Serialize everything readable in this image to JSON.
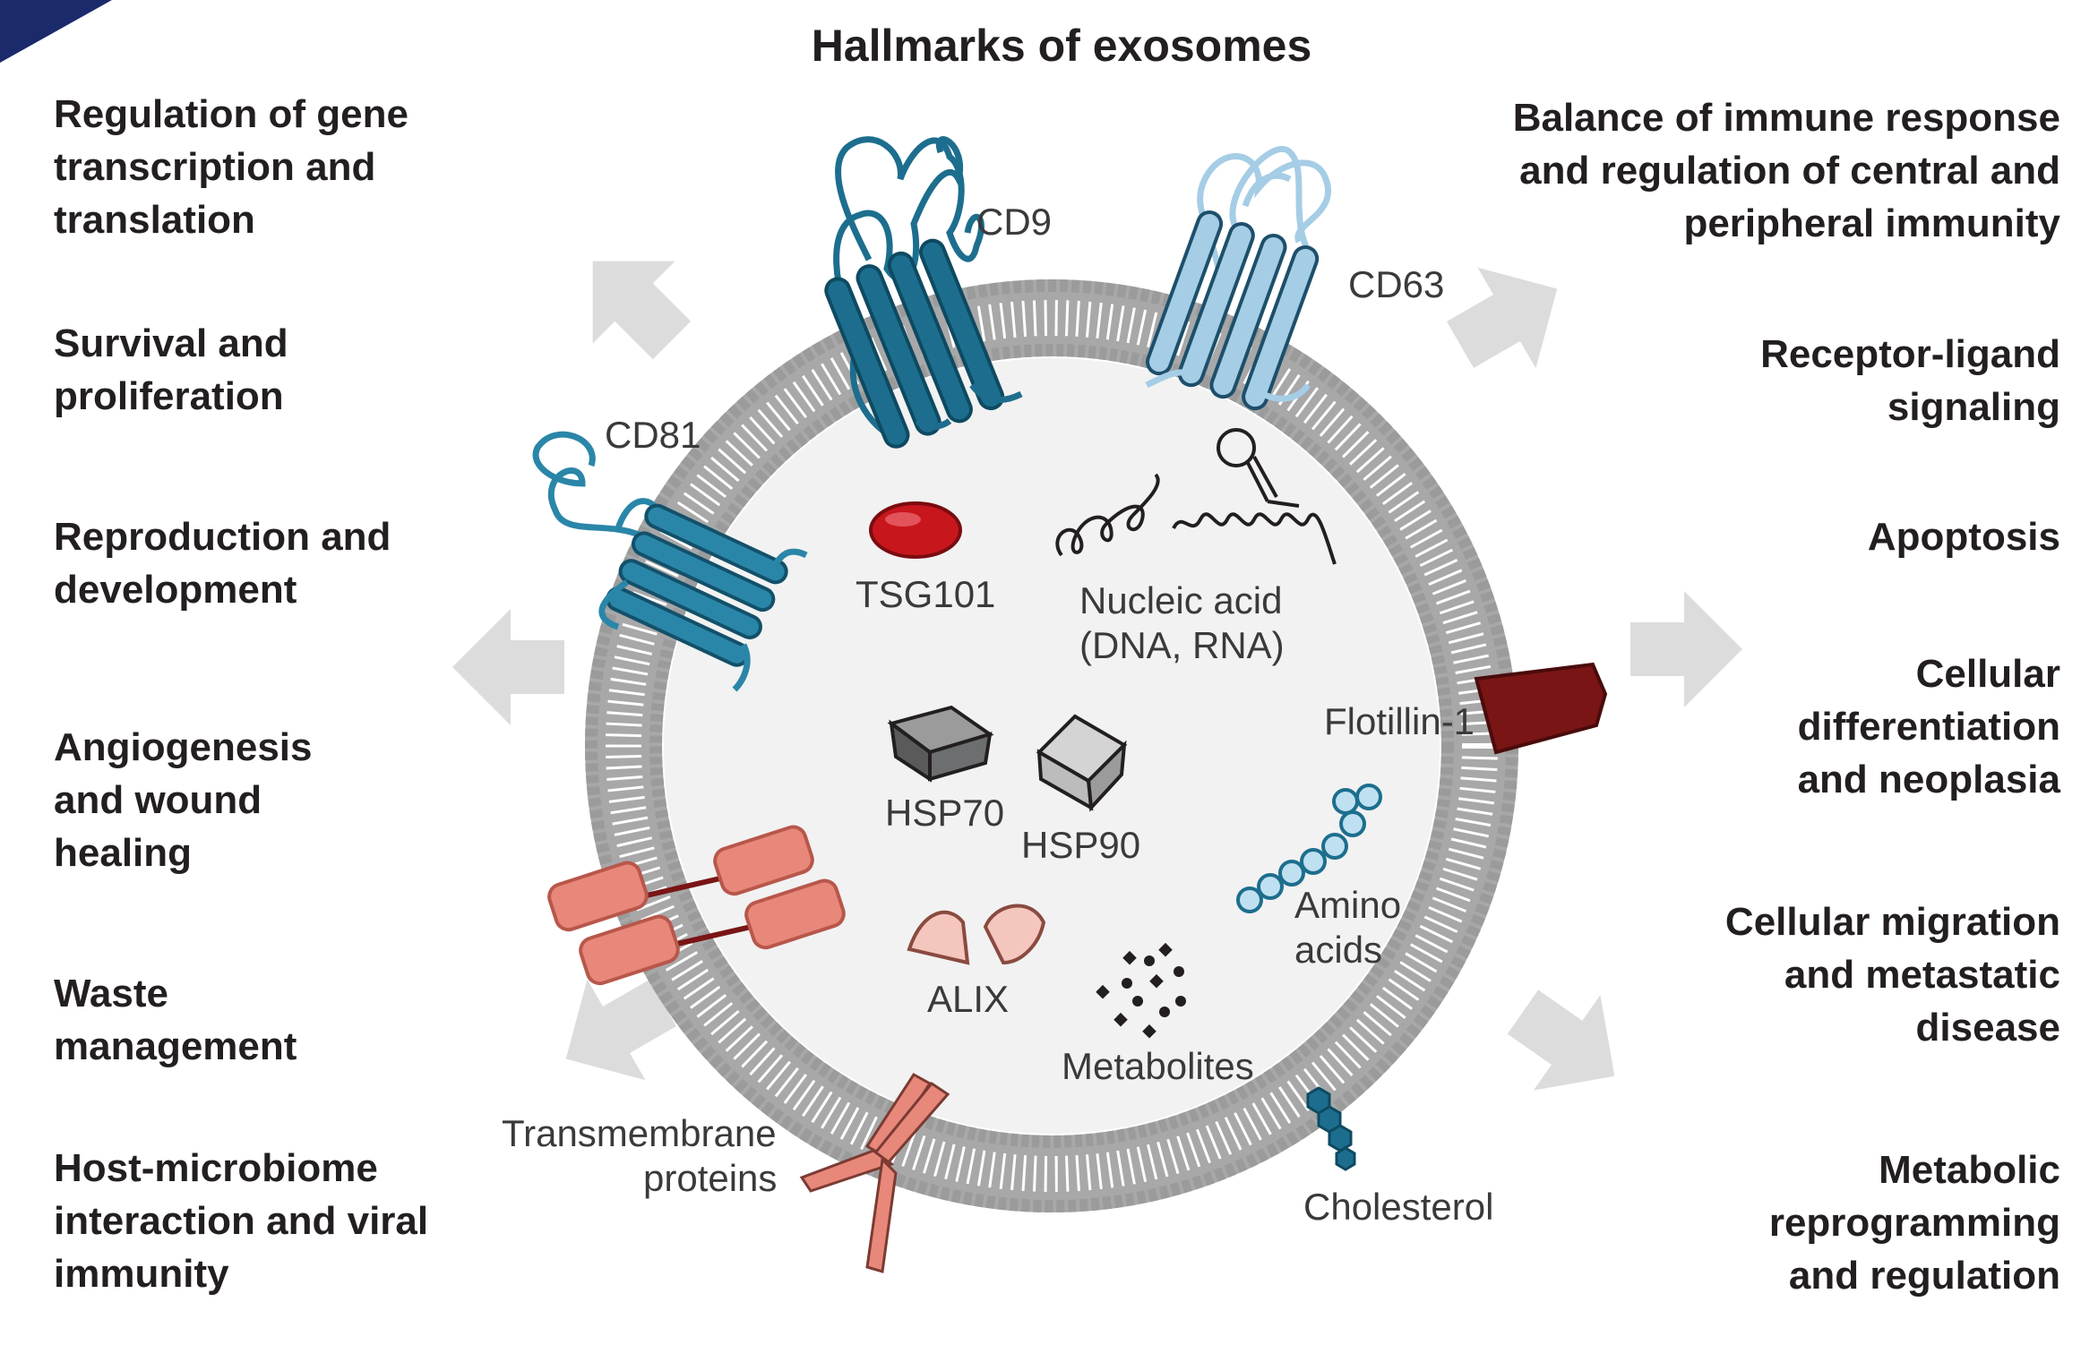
{
  "title": "Hallmarks of exosomes",
  "hallmarks_left": [
    [
      "Regulation of gene",
      "transcription and",
      "translation"
    ],
    [
      "Survival and",
      "proliferation"
    ],
    [
      "Reproduction and",
      "development"
    ],
    [
      "Angiogenesis",
      "and wound",
      "healing"
    ],
    [
      "Waste",
      "management"
    ],
    [
      "Host-microbiome",
      "interaction and viral",
      "immunity"
    ]
  ],
  "hallmarks_right": [
    [
      "Balance of immune response",
      "and regulation of central and",
      "peripheral immunity"
    ],
    [
      "Receptor-ligand",
      "signaling"
    ],
    [
      "Apoptosis"
    ],
    [
      "Cellular",
      "differentiation",
      "and neoplasia"
    ],
    [
      "Cellular migration",
      "and metastatic",
      "disease"
    ],
    [
      "Metabolic",
      "reprogramming",
      "and regulation"
    ]
  ],
  "components": {
    "cd9": "CD9",
    "cd63": "CD63",
    "cd81": "CD81",
    "tsg101": "TSG101",
    "nucleic": [
      "Nucleic acid",
      "(DNA, RNA)"
    ],
    "flotillin": "Flotillin-1",
    "hsp70": "HSP70",
    "hsp90": "HSP90",
    "amino": [
      "Amino",
      "acids"
    ],
    "alix": "ALIX",
    "metabolites": "Metabolites",
    "transmembrane": [
      "Transmembrane",
      "proteins"
    ],
    "cholesterol": "Cholesterol"
  },
  "colors": {
    "corner": "#1b2a6b",
    "membrane": "#a6a6a7",
    "lumen": "#f2f2f2",
    "arrow": "#dcdcdc",
    "cd9": "#1d6e8e",
    "cd63": "#a6cde6",
    "tsg101": "#c8161d",
    "flotillin": "#7a1515",
    "transmembrane": "#e8887a",
    "amino": "#bfe0f0",
    "hsp": "#6d6e70"
  }
}
